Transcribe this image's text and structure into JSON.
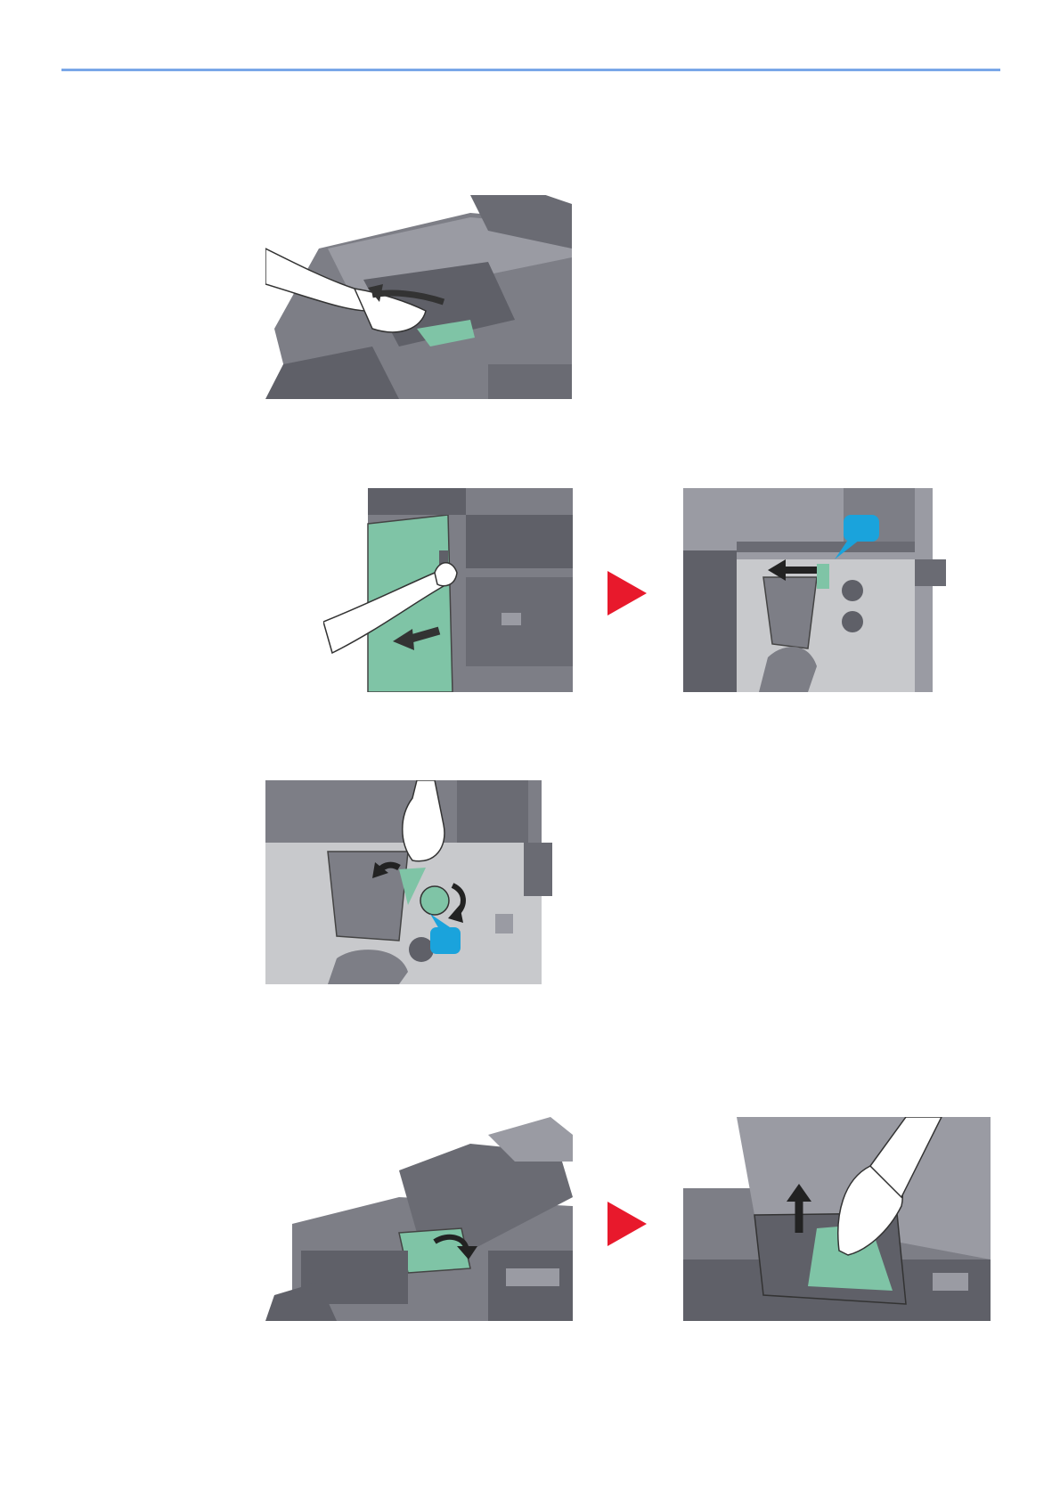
{
  "colors": {
    "accent_rule": "#7aa7e8",
    "machine_dark": "#5f6068",
    "machine_mid": "#7d7e86",
    "machine_light": "#9a9ba3",
    "paper_green": "#7fc4a6",
    "callout_blue": "#1aa3dc",
    "next_arrow_red": "#e8192c"
  },
  "steps": [
    {
      "illustrations": [
        "output-tray-paper-removal"
      ]
    },
    {
      "illustrations": [
        "finisher-front-cover-open",
        "finisher-lever-slide"
      ]
    },
    {
      "illustrations": [
        "finisher-knob-turn-paper-removal"
      ]
    },
    {
      "illustrations": [
        "document-processor-cover-open",
        "document-processor-paper-removal"
      ]
    }
  ],
  "icons": {
    "next_step": "triangle-right-icon",
    "callout": "speech-bubble-icon",
    "direction": "curved-arrow-icon"
  }
}
